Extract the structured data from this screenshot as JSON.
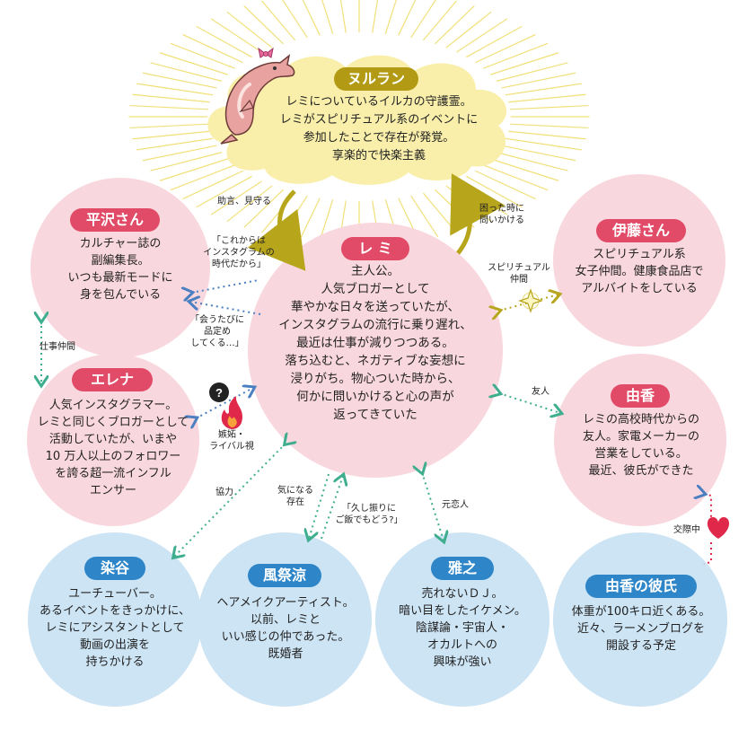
{
  "characters": {
    "nuran": {
      "name": "ヌルラン",
      "description": "レミについているイルカの守護霊。\nレミがスピリチュアル系のイベントに\n参加したことで存在が発覚。\n享楽的で快楽主義"
    },
    "remi": {
      "name": "レ ミ",
      "description": "主人公。\n人気ブロガーとして\n華やかな日々を送っていたが、\nインスタグラムの流行に乗り遅れ、\n最近は仕事が減りつつある。\n落ち込むと、ネガティブな妄想に\n浸りがち。物心ついた時から、\n何かに問いかけると心の声が\n返ってきていた"
    },
    "hirasawa": {
      "name": "平沢さん",
      "description": "カルチャー誌の\n副編集長。\nいつも最新モードに\n身を包んでいる"
    },
    "erena": {
      "name": "エレナ",
      "description": "人気インスタグラマー。\nレミと同じくブロガーとして\n活動していたが、いまや\n10 万人以上のフォロワー\nを誇る超一流インフル\nエンサー"
    },
    "ito": {
      "name": "伊藤さん",
      "description": "スピリチュアル系\n女子仲間。健康食品店で\nアルバイトをしている"
    },
    "yuka": {
      "name": "由香",
      "description": "レミの高校時代からの\n友人。家電メーカーの\n営業をしている。\n最近、彼氏ができた"
    },
    "someya": {
      "name": "染谷",
      "description": "ユーチューバー。\nあるイベントをきっかけに、\nレミにアシスタントとして\n動画の出演を\n持ちかける"
    },
    "fusai": {
      "name": "風祭涼",
      "description": "ヘアメイクアーティスト。\n以前、レミと\nいい感じの仲であった。\n既婚者"
    },
    "masayuki": {
      "name": "雅之",
      "description": "売れないＤＪ。\n暗い目をしたイケメン。\n陰謀論・宇宙人・\nオカルトへの\n興味が強い"
    },
    "yuka_bf": {
      "name": "由香の彼氏",
      "description": "体重が100キロ近くある。\n近々、ラーメンブログを\n開設する予定"
    }
  },
  "relations": {
    "advise": "助言、見守る",
    "ask_when_trouble": "困った時に\n問いかける",
    "hirasawa_quote": "「これからは\nインスタグラムの\n時代だから」",
    "remi_quote_hirasawa": "「会うたびに\n品定め\nしてくる…」",
    "work_friends": "仕事仲間",
    "jealousy": "嫉妬・\nライバル視",
    "spiritual_friends": "スピリチュアル\n仲間",
    "friends": "友人",
    "dating": "交際中",
    "cooperation": "協力",
    "interest": "気になる\n存在",
    "fusai_quote": "「久し振りに\nご飯でもどう?」",
    "ex_lover": "元恋人",
    "question_mark": "?"
  },
  "colors": {
    "pink_fill": "#f9d7de",
    "blue_fill": "#cde4f4",
    "yellow_fill": "#f9efaa",
    "pink_tag": "#e24b67",
    "blue_tag": "#2e86c8",
    "olive_tag": "#b29a14",
    "arrow_olive": "#b7a51b",
    "blue_dots": "#4a7fc1",
    "green_dots": "#3fae8f",
    "red_dots": "#e0294a"
  }
}
